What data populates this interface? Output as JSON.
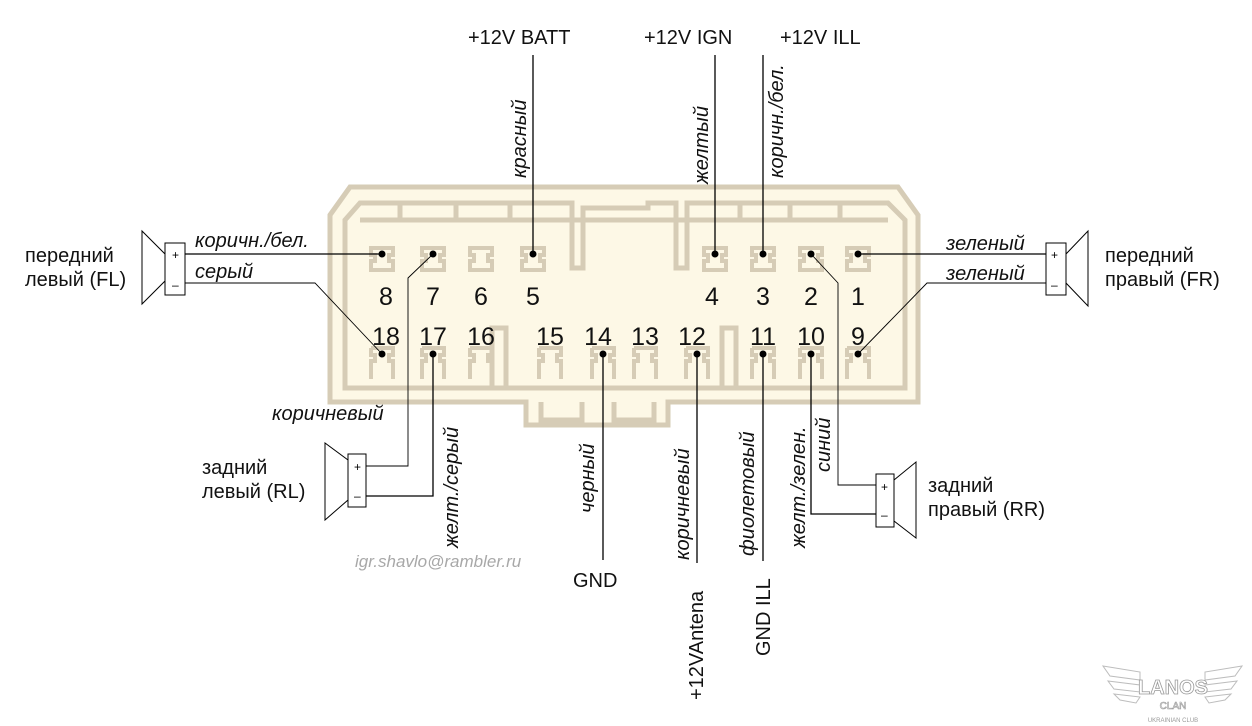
{
  "power": {
    "batt": {
      "label": "+12V BATT",
      "color": "#f2ee46"
    },
    "ign": {
      "label": "+12V IGN",
      "color": "#c8202a"
    },
    "ill": {
      "label": "+12V ILL",
      "color": "#1c2a9c"
    }
  },
  "bottom_labels": {
    "gnd": {
      "label": "GND",
      "color": "#111111"
    },
    "antenna": {
      "label": "+12VAntena",
      "color": "#d62ad6"
    },
    "gnd_ill": {
      "label": "GND ILL",
      "color": "#111111"
    }
  },
  "pins_top": [
    "8",
    "7",
    "6",
    "5",
    "4",
    "3",
    "2",
    "1"
  ],
  "pins_bottom": [
    "18",
    "17",
    "16",
    "15",
    "14",
    "13",
    "12",
    "11",
    "10",
    "9"
  ],
  "wires": {
    "pin5": "красный",
    "pin4": "желтый",
    "pin3": "коричн./бел.",
    "pin8": "коричн./бел.",
    "pin18": "серый",
    "pin1": "зеленый",
    "pin9": "зеленый",
    "pin7": "коричневый",
    "pin17": "желт./серый",
    "pin14": "черный",
    "pin12": "коричневый",
    "pin11": "фиолетовый",
    "pin10": "желт./зелен.",
    "pin2": "синий"
  },
  "speakers": {
    "fl": {
      "line1": "передний",
      "line2": "левый (FL)"
    },
    "fr": {
      "line1": "передний",
      "line2": "правый (FR)"
    },
    "rl": {
      "line1": "задний",
      "line2": "левый (RL)"
    },
    "rr": {
      "line1": "задний",
      "line2": "правый (RR)"
    },
    "plus": "+",
    "minus": "–"
  },
  "credit": {
    "email": "igr.shavlo@rambler.ru",
    "color": "#a8a8a8"
  },
  "logo": {
    "line1": "LANOS",
    "line2": "CLAN",
    "line3": "UKRAINIAN CLUB"
  }
}
